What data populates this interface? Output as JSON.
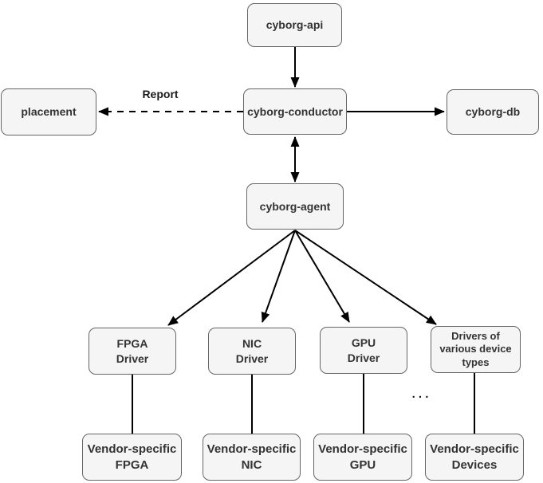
{
  "nodes": {
    "cyborg_api": {
      "label": "cyborg-api"
    },
    "placement": {
      "label": "placement"
    },
    "cyborg_conductor": {
      "label": "cyborg-conductor"
    },
    "cyborg_db": {
      "label": "cyborg-db"
    },
    "cyborg_agent": {
      "label": "cyborg-agent"
    },
    "fpga_driver": {
      "label": "FPGA\nDriver"
    },
    "nic_driver": {
      "label": "NIC\nDriver"
    },
    "gpu_driver": {
      "label": "GPU\nDriver"
    },
    "various_drivers": {
      "label": "Drivers of\nvarious device\ntypes"
    },
    "vendor_fpga": {
      "label": "Vendor-specific\nFPGA"
    },
    "vendor_nic": {
      "label": "Vendor-specific\nNIC"
    },
    "vendor_gpu": {
      "label": "Vendor-specific\nGPU"
    },
    "vendor_devices": {
      "label": "Vendor-specific\nDevices"
    }
  },
  "edge_labels": {
    "report": "Report",
    "ellipsis": ". . ."
  },
  "colors": {
    "background": "#ffffff",
    "node_fill": "#f5f5f5",
    "node_border": "#666666",
    "node_text": "#333333",
    "connector": "#000000"
  }
}
